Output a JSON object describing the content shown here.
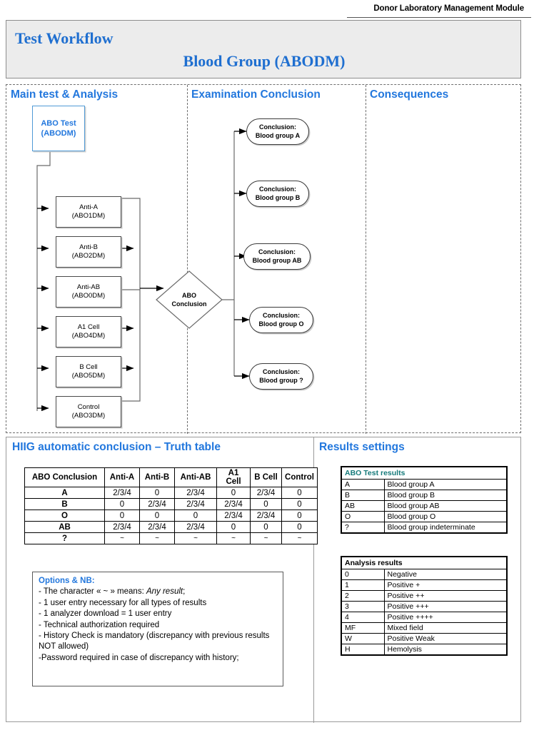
{
  "header": {
    "module_label": "Donor Laboratory Management Module",
    "title_left": "Test Workflow",
    "title_center": "Blood Group (ABODM)"
  },
  "workflow": {
    "columns": [
      {
        "label": "Main test & Analysis"
      },
      {
        "label": "Examination Conclusion"
      },
      {
        "label": "Consequences"
      }
    ],
    "root": {
      "line1": "ABO Test",
      "line2": "(ABODM)"
    },
    "tests": [
      {
        "line1": "Anti-A",
        "line2": "(ABO1DM)"
      },
      {
        "line1": "Anti-B",
        "line2": "(ABO2DM)"
      },
      {
        "line1": "Anti-AB",
        "line2": "(ABO0DM)"
      },
      {
        "line1": "A1 Cell",
        "line2": "(ABO4DM)"
      },
      {
        "line1": "B Cell",
        "line2": "(ABO5DM)"
      },
      {
        "line1": "Control",
        "line2": "(ABO3DM)"
      }
    ],
    "decision": {
      "line1": "ABO",
      "line2": "Conclusion"
    },
    "conclusions": [
      {
        "line1": "Conclusion:",
        "line2": "Blood group A"
      },
      {
        "line1": "Conclusion:",
        "line2": "Blood group B"
      },
      {
        "line1": "Conclusion:",
        "line2": "Blood group AB"
      },
      {
        "line1": "Conclusion:",
        "line2": "Blood group O"
      },
      {
        "line1": "Conclusion:",
        "line2": "Blood group ?"
      }
    ]
  },
  "truth_panel": {
    "title": "HIIG automatic conclusion – Truth table",
    "table": {
      "headers": [
        "ABO Conclusion",
        "Anti-A",
        "Anti-B",
        "Anti-AB",
        "A1 Cell",
        "B Cell",
        "Control"
      ],
      "rows": [
        {
          "conclusion": "A",
          "values": [
            "2/3/4",
            "0",
            "2/3/4",
            "0",
            "2/3/4",
            "0"
          ]
        },
        {
          "conclusion": "B",
          "values": [
            "0",
            "2/3/4",
            "2/3/4",
            "2/3/4",
            "0",
            "0"
          ]
        },
        {
          "conclusion": "O",
          "values": [
            "0",
            "0",
            "0",
            "2/3/4",
            "2/3/4",
            "0"
          ]
        },
        {
          "conclusion": "AB",
          "values": [
            "2/3/4",
            "2/3/4",
            "2/3/4",
            "0",
            "0",
            "0"
          ]
        },
        {
          "conclusion": "?",
          "values": [
            "~",
            "~",
            "~",
            "~",
            "~",
            "~"
          ]
        }
      ]
    },
    "options": {
      "heading": "Options & NB:",
      "line1_pre": "- The character « ~ » means: ",
      "line1_em": "Any result",
      "line1_post": ";",
      "lines": [
        "- 1 user entry necessary for all types of results",
        "- 1 analyzer download = 1 user entry",
        "- Technical authorization required",
        "- History Check is mandatory (discrepancy with previous results NOT allowed)",
        "-Password required in case of discrepancy with history;"
      ]
    }
  },
  "results_panel": {
    "title": "Results settings",
    "abo_table": {
      "header": "ABO Test results",
      "rows": [
        {
          "code": "A",
          "meaning": "Blood group A"
        },
        {
          "code": "B",
          "meaning": "Blood group B"
        },
        {
          "code": "AB",
          "meaning": "Blood group AB"
        },
        {
          "code": "O",
          "meaning": "Blood group O"
        },
        {
          "code": "?",
          "meaning": "Blood group indeterminate"
        }
      ]
    },
    "analysis_table": {
      "header": "Analysis results",
      "rows": [
        {
          "code": "0",
          "meaning": "Negative"
        },
        {
          "code": "1",
          "meaning": "Positive +"
        },
        {
          "code": "2",
          "meaning": "Positive ++"
        },
        {
          "code": "3",
          "meaning": "Positive +++"
        },
        {
          "code": "4",
          "meaning": "Positive ++++"
        },
        {
          "code": "MF",
          "meaning": "Mixed field"
        },
        {
          "code": "W",
          "meaning": "Positive Weak"
        },
        {
          "code": "H",
          "meaning": "Hemolysis"
        }
      ]
    }
  },
  "colors": {
    "accent_blue": "#2277dd",
    "title_blue": "#1f6fd0",
    "teal": "#157a7a",
    "header_bg": "#ececec"
  }
}
